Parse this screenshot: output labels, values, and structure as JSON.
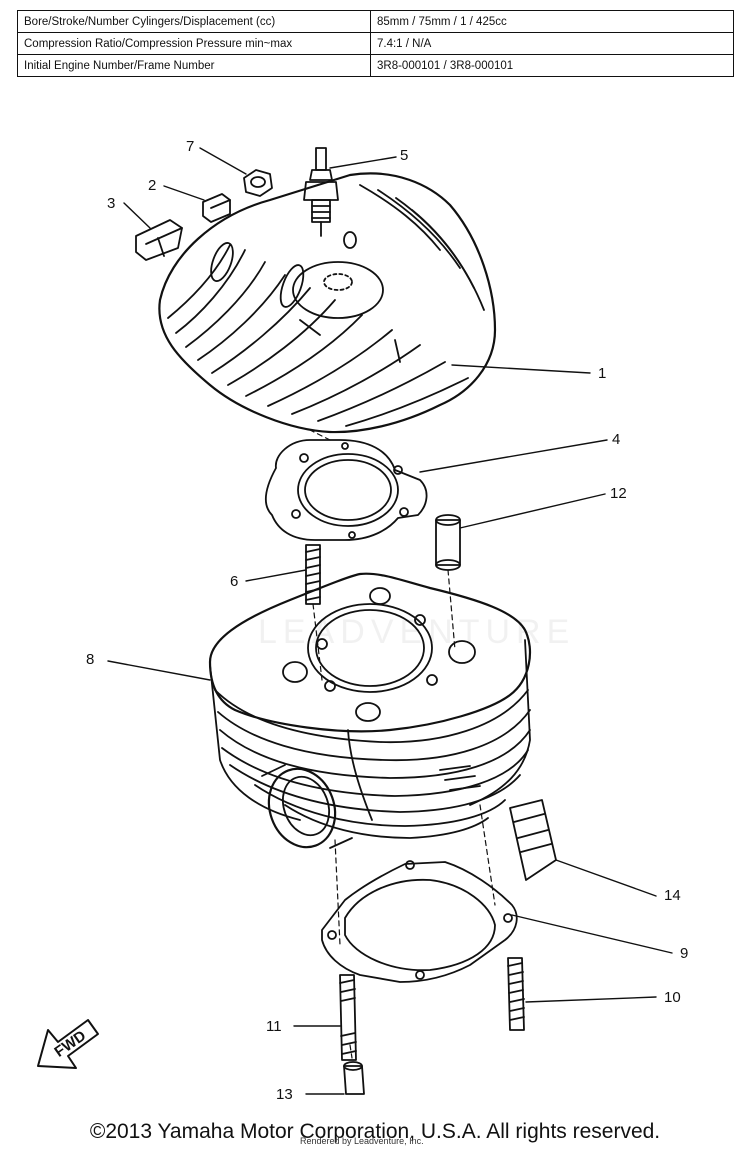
{
  "spec_table": {
    "rows": [
      {
        "label": "Bore/Stroke/Number Cylingers/Displacement (cc)",
        "value": "85mm / 75mm / 1 / 425cc"
      },
      {
        "label": "Compression Ratio/Compression Pressure min~max",
        "value": "7.4:1 / N/A"
      },
      {
        "label": "Initial Engine Number/Frame Number",
        "value": "3R8-000101 / 3R8-000101"
      }
    ]
  },
  "callouts": {
    "c1": "1",
    "c2": "2",
    "c3": "3",
    "c4": "4",
    "c5": "5",
    "c6": "6",
    "c7": "7",
    "c8": "8",
    "c9": "9",
    "c10": "10",
    "c11": "11",
    "c12": "12",
    "c13": "13",
    "c14": "14"
  },
  "fwd_label": "FWD",
  "watermark": "LEADVENTURE",
  "copyright": "©2013 Yamaha Motor Corporation, U.S.A. All rights reserved.",
  "rendered_by": "Rendered by Leadventure, Inc."
}
